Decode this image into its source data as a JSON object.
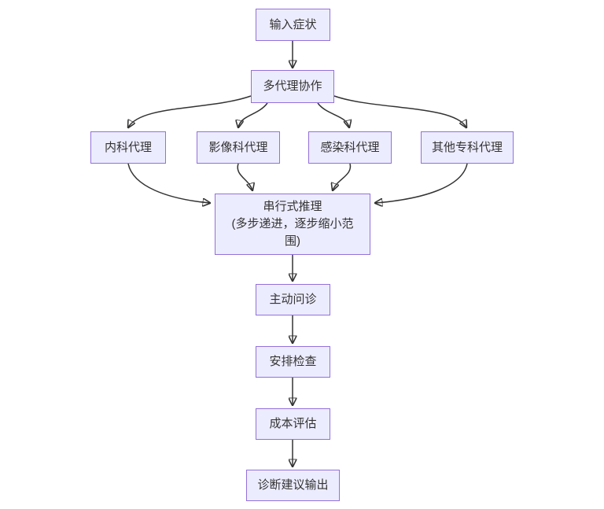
{
  "diagram": {
    "type": "flowchart",
    "direction": "top-down",
    "theme": {
      "node_fill": "#ECECFF",
      "node_border": "#9370DB",
      "edge_color": "#333333",
      "text_color": "#333333",
      "background": "#ffffff"
    },
    "nodes": [
      {
        "id": "input_symptoms",
        "label": "输入症状"
      },
      {
        "id": "multi_agent",
        "label": "多代理协作"
      },
      {
        "id": "internal_agent",
        "label": "内科代理"
      },
      {
        "id": "imaging_agent",
        "label": "影像科代理"
      },
      {
        "id": "infection_agent",
        "label": "感染科代理"
      },
      {
        "id": "other_spec_agent",
        "label": "其他专科代理"
      },
      {
        "id": "serial_reasoning",
        "label": "串行式推理",
        "sublabel": "(多步递进，逐步缩小范围)"
      },
      {
        "id": "active_inquiry",
        "label": "主动问诊"
      },
      {
        "id": "arrange_tests",
        "label": "安排检查"
      },
      {
        "id": "cost_eval",
        "label": "成本评估"
      },
      {
        "id": "diagnosis_output",
        "label": "诊断建议输出"
      }
    ],
    "edges": [
      {
        "from": "输入症状",
        "to": "多代理协作"
      },
      {
        "from": "多代理协作",
        "to": "内科代理"
      },
      {
        "from": "多代理协作",
        "to": "影像科代理"
      },
      {
        "from": "多代理协作",
        "to": "感染科代理"
      },
      {
        "from": "多代理协作",
        "to": "其他专科代理"
      },
      {
        "from": "内科代理",
        "to": "串行式推理"
      },
      {
        "from": "影像科代理",
        "to": "串行式推理"
      },
      {
        "from": "感染科代理",
        "to": "串行式推理"
      },
      {
        "from": "其他专科代理",
        "to": "串行式推理"
      },
      {
        "from": "串行式推理",
        "to": "主动问诊"
      },
      {
        "from": "主动问诊",
        "to": "安排检查"
      },
      {
        "from": "安排检查",
        "to": "成本评估"
      },
      {
        "from": "成本评估",
        "to": "诊断建议输出"
      }
    ]
  }
}
